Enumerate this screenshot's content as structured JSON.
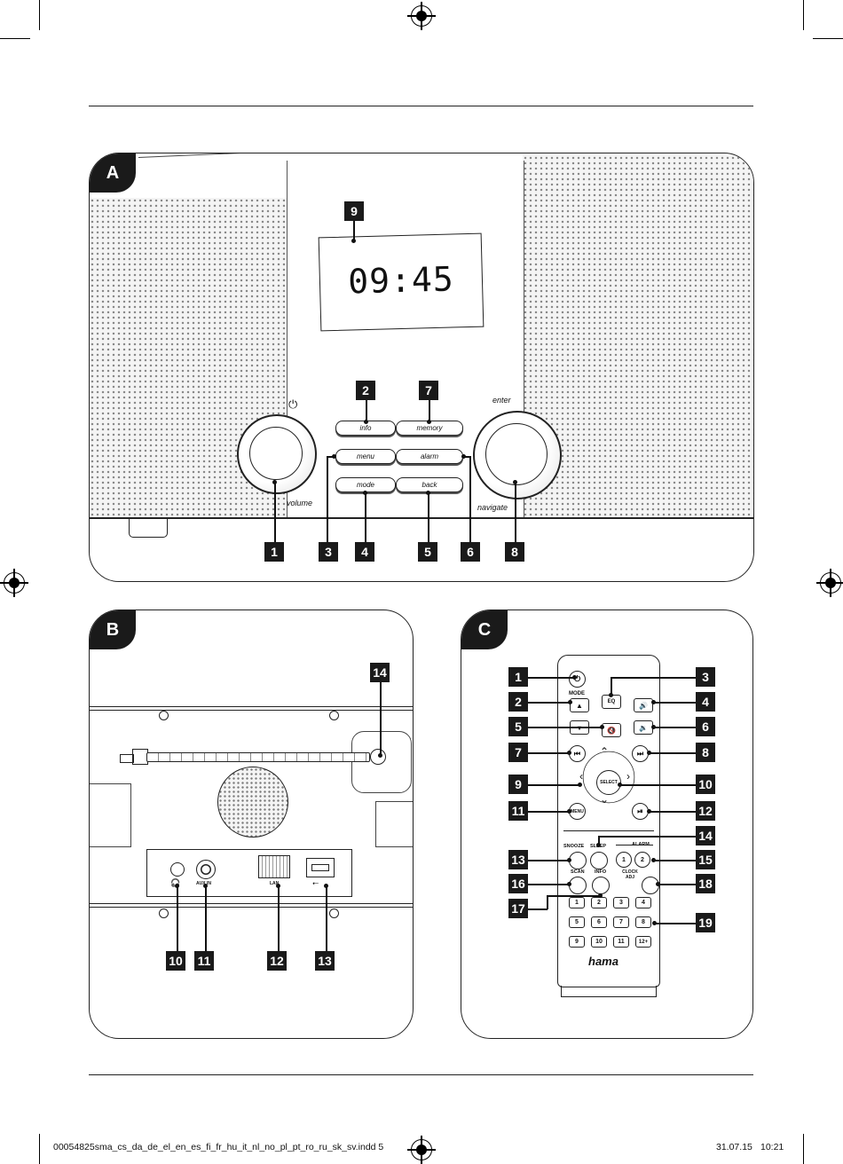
{
  "panels": {
    "a": {
      "label": "A",
      "display_time": "09:45",
      "power_symbol": "⏻",
      "knob_labels": {
        "volume": "volume",
        "enter": "enter",
        "navigate": "navigate"
      },
      "buttons": {
        "info": "info",
        "memory": "memory",
        "menu": "menu",
        "alarm": "alarm",
        "mode": "mode",
        "back": "back"
      },
      "callouts": [
        "1",
        "2",
        "3",
        "4",
        "5",
        "6",
        "7",
        "8",
        "9"
      ]
    },
    "b": {
      "label": "B",
      "port_labels": {
        "headphone": "🎧",
        "aux": "AUX IN",
        "lan": "LAN",
        "usb": "⭠"
      },
      "callouts": [
        "10",
        "11",
        "12",
        "13",
        "14"
      ]
    },
    "c": {
      "label": "C",
      "brand": "hama",
      "remote": {
        "power": "⏻",
        "mode": "MODE",
        "mode_key": "▲",
        "eq": "EQ",
        "vol_up": "🔊",
        "down_key": "▾",
        "mute": "🔇",
        "vol_down": "🔉",
        "prev": "⏮",
        "next": "⏭",
        "select": "SELECT",
        "menu": "MENU",
        "play_pause": "⏯",
        "snooze": "SNOOZE",
        "sleep": "SLEEP",
        "alarm": "ALARM",
        "alarm1": "1",
        "alarm2": "2",
        "scan": "SCAN",
        "info": "INFO",
        "clock_adj": "CLOCK ADJ",
        "numpad": [
          "1",
          "2",
          "3",
          "4",
          "5",
          "6",
          "7",
          "8",
          "9",
          "10",
          "11",
          "12+"
        ]
      },
      "callouts": [
        "1",
        "2",
        "3",
        "4",
        "5",
        "6",
        "7",
        "8",
        "9",
        "10",
        "11",
        "12",
        "13",
        "14",
        "15",
        "16",
        "17",
        "18",
        "19"
      ]
    }
  },
  "footer": {
    "filename": "00054825sma_cs_da_de_el_en_es_fi_fr_hu_it_nl_no_pl_pt_ro_ru_sk_sv.indd   5",
    "date": "31.07.15",
    "time": "10:21"
  }
}
